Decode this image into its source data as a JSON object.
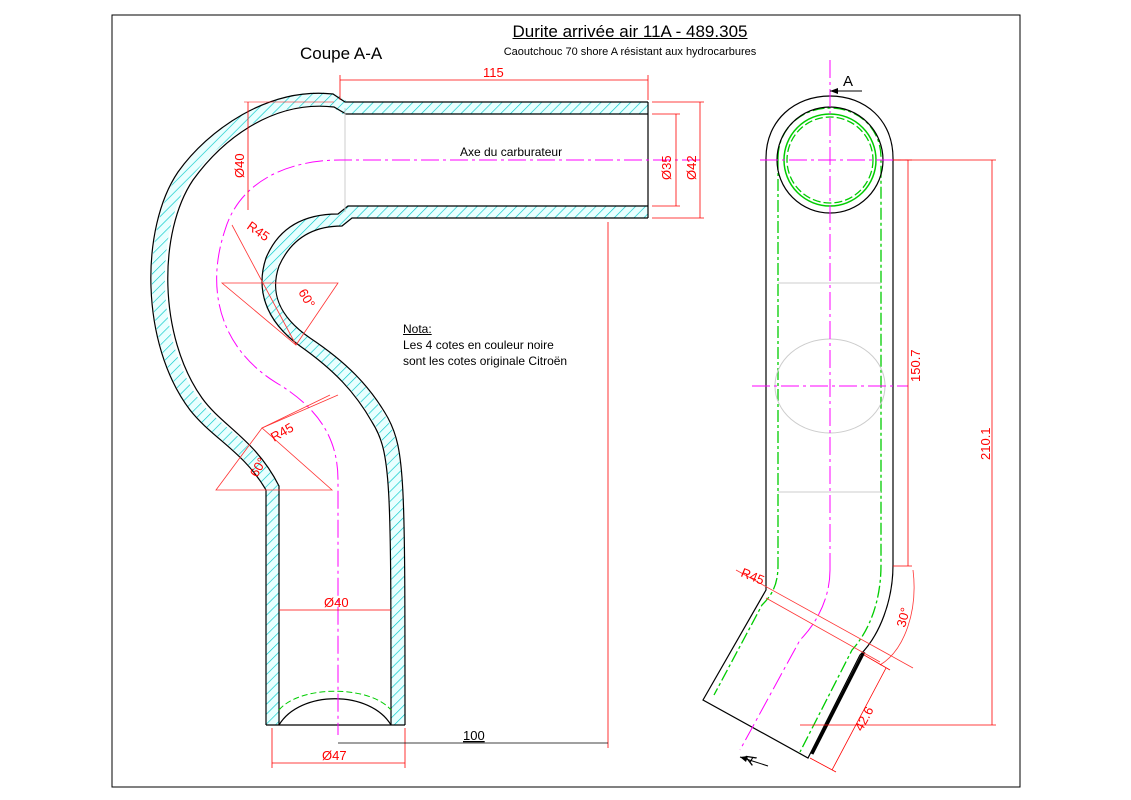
{
  "drawing": {
    "title": "Durite arrivée air 11A - 489.305",
    "subtitle": "Caoutchouc 70 shore A résistant aux hydrocarbures",
    "section_label": "Coupe A-A",
    "axis_label": "Axe du carburateur",
    "note_heading": "Nota:",
    "note_line1": "Les 4 cotes en couleur noire",
    "note_line2": "sont les cotes originale Citroën"
  },
  "dimensions": {
    "d115": "115",
    "d100": "100",
    "phi40_top": "Ø40",
    "phi35": "Ø35",
    "phi42": "Ø42",
    "r45_top": "R45",
    "r45_mid": "R45",
    "r45_side": "R45",
    "a60_top": "60°",
    "a60_bottom": "60°",
    "a30": "30°",
    "phi40_bottom": "Ø40",
    "phi47": "Ø47",
    "d150_7": "150.7",
    "d210_1": "210.1",
    "d42_6": "42.6",
    "section_mark_top": "A",
    "section_mark_bottom": "A"
  },
  "colors": {
    "outline": "#000000",
    "dimension": "#ff0000",
    "centerline": "#ff00ff",
    "hatch": "#00cccc",
    "hidden": "#00cc00",
    "construction": "#cccccc"
  }
}
